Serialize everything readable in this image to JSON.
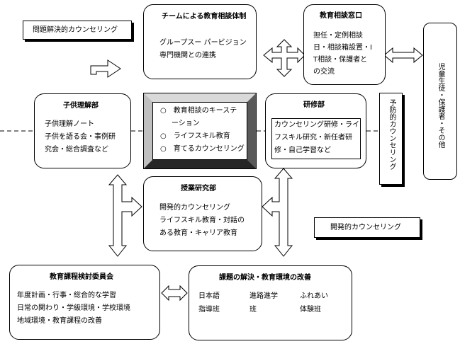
{
  "top_left_label": "問題解決的カウンセリング",
  "team_box": {
    "title": "チームによる教育相談体制",
    "lines": [
      "グループスー パービジョン",
      "専門機関との連携"
    ]
  },
  "window_box": {
    "title": "教育相談窓口",
    "lines": [
      "担任・定例相談",
      "日・相談箱設置・I",
      "T相談・保護者と",
      "の交流"
    ]
  },
  "right_box": {
    "text": "児童生徒・保護者・その他"
  },
  "understanding_box": {
    "title": "子供理解部",
    "lines": [
      "子供理解ノート",
      "子供を語る会・事例研",
      "究会・総合調査など"
    ]
  },
  "center_box": {
    "lines": [
      "○　教育相談のキーステ",
      "ーション",
      "○　ライフスキル教育",
      "○　育てるカウンセリング"
    ]
  },
  "training_box": {
    "title": "研修部",
    "lines": [
      "カウンセリング研修・ライ",
      "フスキル研究・新任者研",
      "修・自己学習など"
    ]
  },
  "preventive_label": "予防的カウンセリング",
  "lesson_box": {
    "title": "授業研究部",
    "lines": [
      "開発的カウンセリング",
      "ライフスキル教育・対話の",
      "ある教育・キャリア教育"
    ]
  },
  "developmental_label": "開発的カウンセリング",
  "curriculum_box": {
    "title": "教育課程検討委員会",
    "lines": [
      "年度計画・行事・総合的な学習",
      "日常の関わり・学級環境・学校環境",
      "地域環境・教育課程の改善"
    ]
  },
  "issues_box": {
    "title": "課題の解決・教育環境の改善",
    "col1": [
      "日本語",
      "指導班"
    ],
    "col2": [
      "進路進学",
      "班"
    ],
    "col3": [
      "ふれあい",
      "体験班"
    ]
  }
}
